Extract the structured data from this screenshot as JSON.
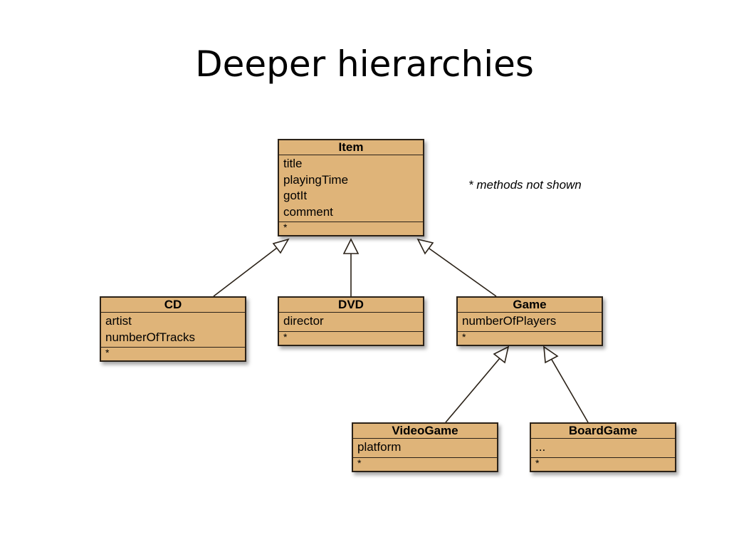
{
  "slide": {
    "title": "Deeper hierarchies"
  },
  "note": "* methods not shown",
  "classes": {
    "item": {
      "name": "Item",
      "attributes": [
        "title",
        "playingTime",
        "gotIt",
        "comment"
      ],
      "methods": "*"
    },
    "cd": {
      "name": "CD",
      "attributes": [
        "artist",
        "numberOfTracks"
      ],
      "methods": "*"
    },
    "dvd": {
      "name": "DVD",
      "attributes": [
        "director"
      ],
      "methods": "*"
    },
    "game": {
      "name": "Game",
      "attributes": [
        "numberOfPlayers"
      ],
      "methods": "*"
    },
    "videogame": {
      "name": "VideoGame",
      "attributes": [
        "platform"
      ],
      "methods": "*"
    },
    "boardgame": {
      "name": "BoardGame",
      "attributes": [
        "..."
      ],
      "methods": "*"
    }
  },
  "inheritance": [
    {
      "child": "CD",
      "parent": "Item"
    },
    {
      "child": "DVD",
      "parent": "Item"
    },
    {
      "child": "Game",
      "parent": "Item"
    },
    {
      "child": "VideoGame",
      "parent": "Game"
    },
    {
      "child": "BoardGame",
      "parent": "Game"
    }
  ],
  "colors": {
    "class_fill": "#dfb479",
    "class_border": "#2b2218"
  }
}
